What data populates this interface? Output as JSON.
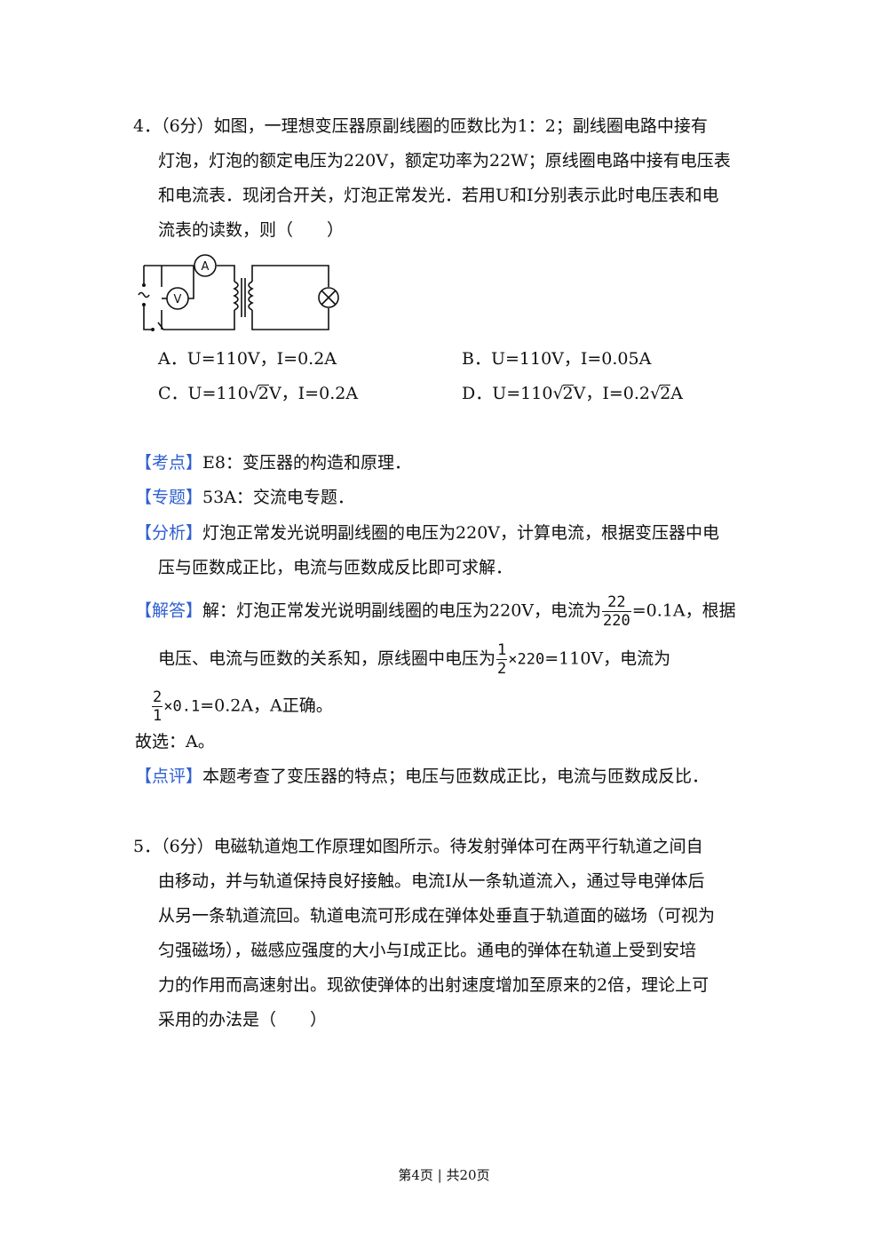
{
  "q4": {
    "lines": [
      "4．（6分）如图，一理想变压器原副线圈的匝数比为1：2；副线圈电路中接有",
      "灯泡，灯泡的额定电压为220V，额定功率为22W；原线圈电路中接有电压表",
      "和电流表．现闭合开关，灯泡正常发光．若用U和I分别表示此时电压表和电",
      "流表的读数，则（　　）"
    ],
    "circuit_labels": {
      "ammeter": "A",
      "voltmeter": "V"
    },
    "options": {
      "A": "A．U=110V，I=0.2A",
      "B": "B．U=110V，I=0.05A",
      "C_pre": "C．U=110",
      "C_rad": "2",
      "C_post": "V，I=0.2A",
      "D_pre": "D．U=110",
      "D_rad1": "2",
      "D_mid": "V，I=0.2",
      "D_rad2": "2",
      "D_post": "A"
    }
  },
  "analysis": {
    "kaodian_tag": "【考点】",
    "kaodian": "E8：变压器的构造和原理．",
    "zhuanti_tag": "【专题】",
    "zhuanti": "53A：交流电专题．",
    "fenxi_tag": "【分析】",
    "fenxi_1": "灯泡正常发光说明副线圈的电压为220V，计算电流，根据变压器中电",
    "fenxi_2": "压与匝数成正比，电流与匝数成反比即可求解．",
    "jieda_tag": "【解答】",
    "jieda_1_pre": "解：灯泡正常发光说明副线圈的电压为220V，电流为",
    "jieda_1_num": "22",
    "jieda_1_den": "220",
    "jieda_1_post": "=0.1A，根据",
    "jieda_2_pre": "电压、电流与匝数的关系知，原线圈中电压为",
    "jieda_2_num": "1",
    "jieda_2_den": "2",
    "jieda_2_mid": "×220",
    "jieda_2_post": "=110V，电流为",
    "jieda_3_num": "2",
    "jieda_3_den": "1",
    "jieda_3_mid": "×0.1",
    "jieda_3_post": "=0.2A，A正确。",
    "guxuan": "故选：A。",
    "dianping_tag": "【点评】",
    "dianping": "本题考查了变压器的特点；电压与匝数成正比，电流与匝数成反比．"
  },
  "q5": {
    "lines": [
      "5．（6分）电磁轨道炮工作原理如图所示。待发射弹体可在两平行轨道之间自",
      "由移动，并与轨道保持良好接触。电流I从一条轨道流入，通过导电弹体后",
      "从另一条轨道流回。轨道电流可形成在弹体处垂直于轨道面的磁场（可视为",
      "匀强磁场），磁感应强度的大小与I成正比。通电的弹体在轨道上受到安培",
      "力的作用而高速射出。现欲使弹体的出射速度增加至原来的2倍，理论上可",
      "采用的办法是（　　）"
    ]
  },
  "footer": "第4页 | 共20页"
}
